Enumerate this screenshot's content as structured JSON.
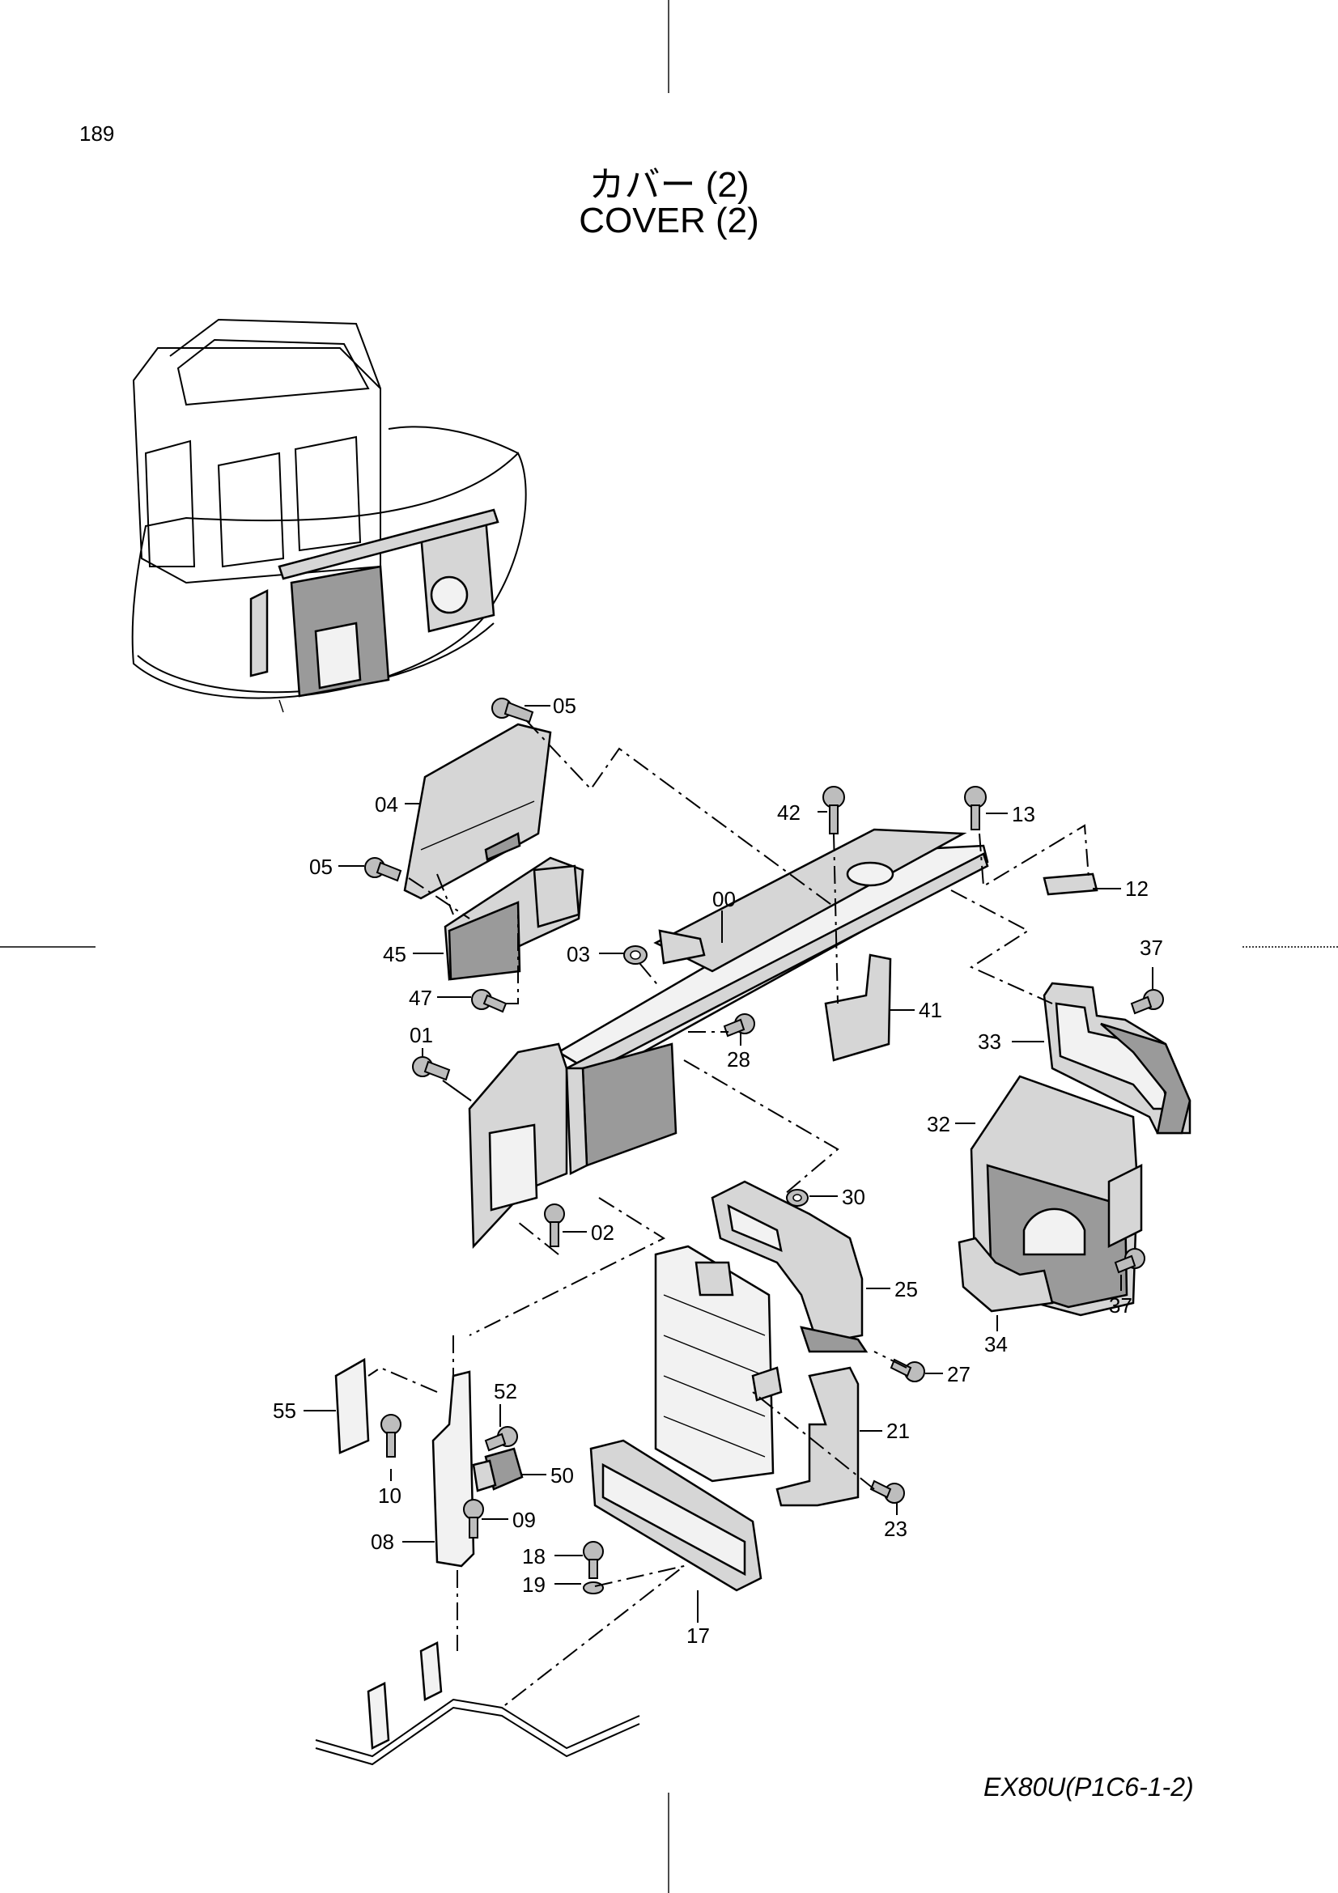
{
  "page_number": "189",
  "title_jp": "カバー (2)",
  "title_en": "COVER (2)",
  "footer_code": "EX80U(P1C6-1-2)",
  "labels": {
    "l00": "00",
    "l01": "01",
    "l02": "02",
    "l03": "03",
    "l04": "04",
    "l05a": "05",
    "l05b": "05",
    "l08": "08",
    "l09": "09",
    "l10": "10",
    "l12": "12",
    "l13": "13",
    "l17": "17",
    "l18": "18",
    "l19": "19",
    "l21": "21",
    "l23": "23",
    "l25": "25",
    "l27": "27",
    "l28": "28",
    "l30": "30",
    "l32": "32",
    "l33": "33",
    "l34": "34",
    "l37a": "37",
    "l37b": "37",
    "l41": "41",
    "l42": "42",
    "l45": "45",
    "l47": "47",
    "l50": "50",
    "l52": "52",
    "l55": "55"
  }
}
